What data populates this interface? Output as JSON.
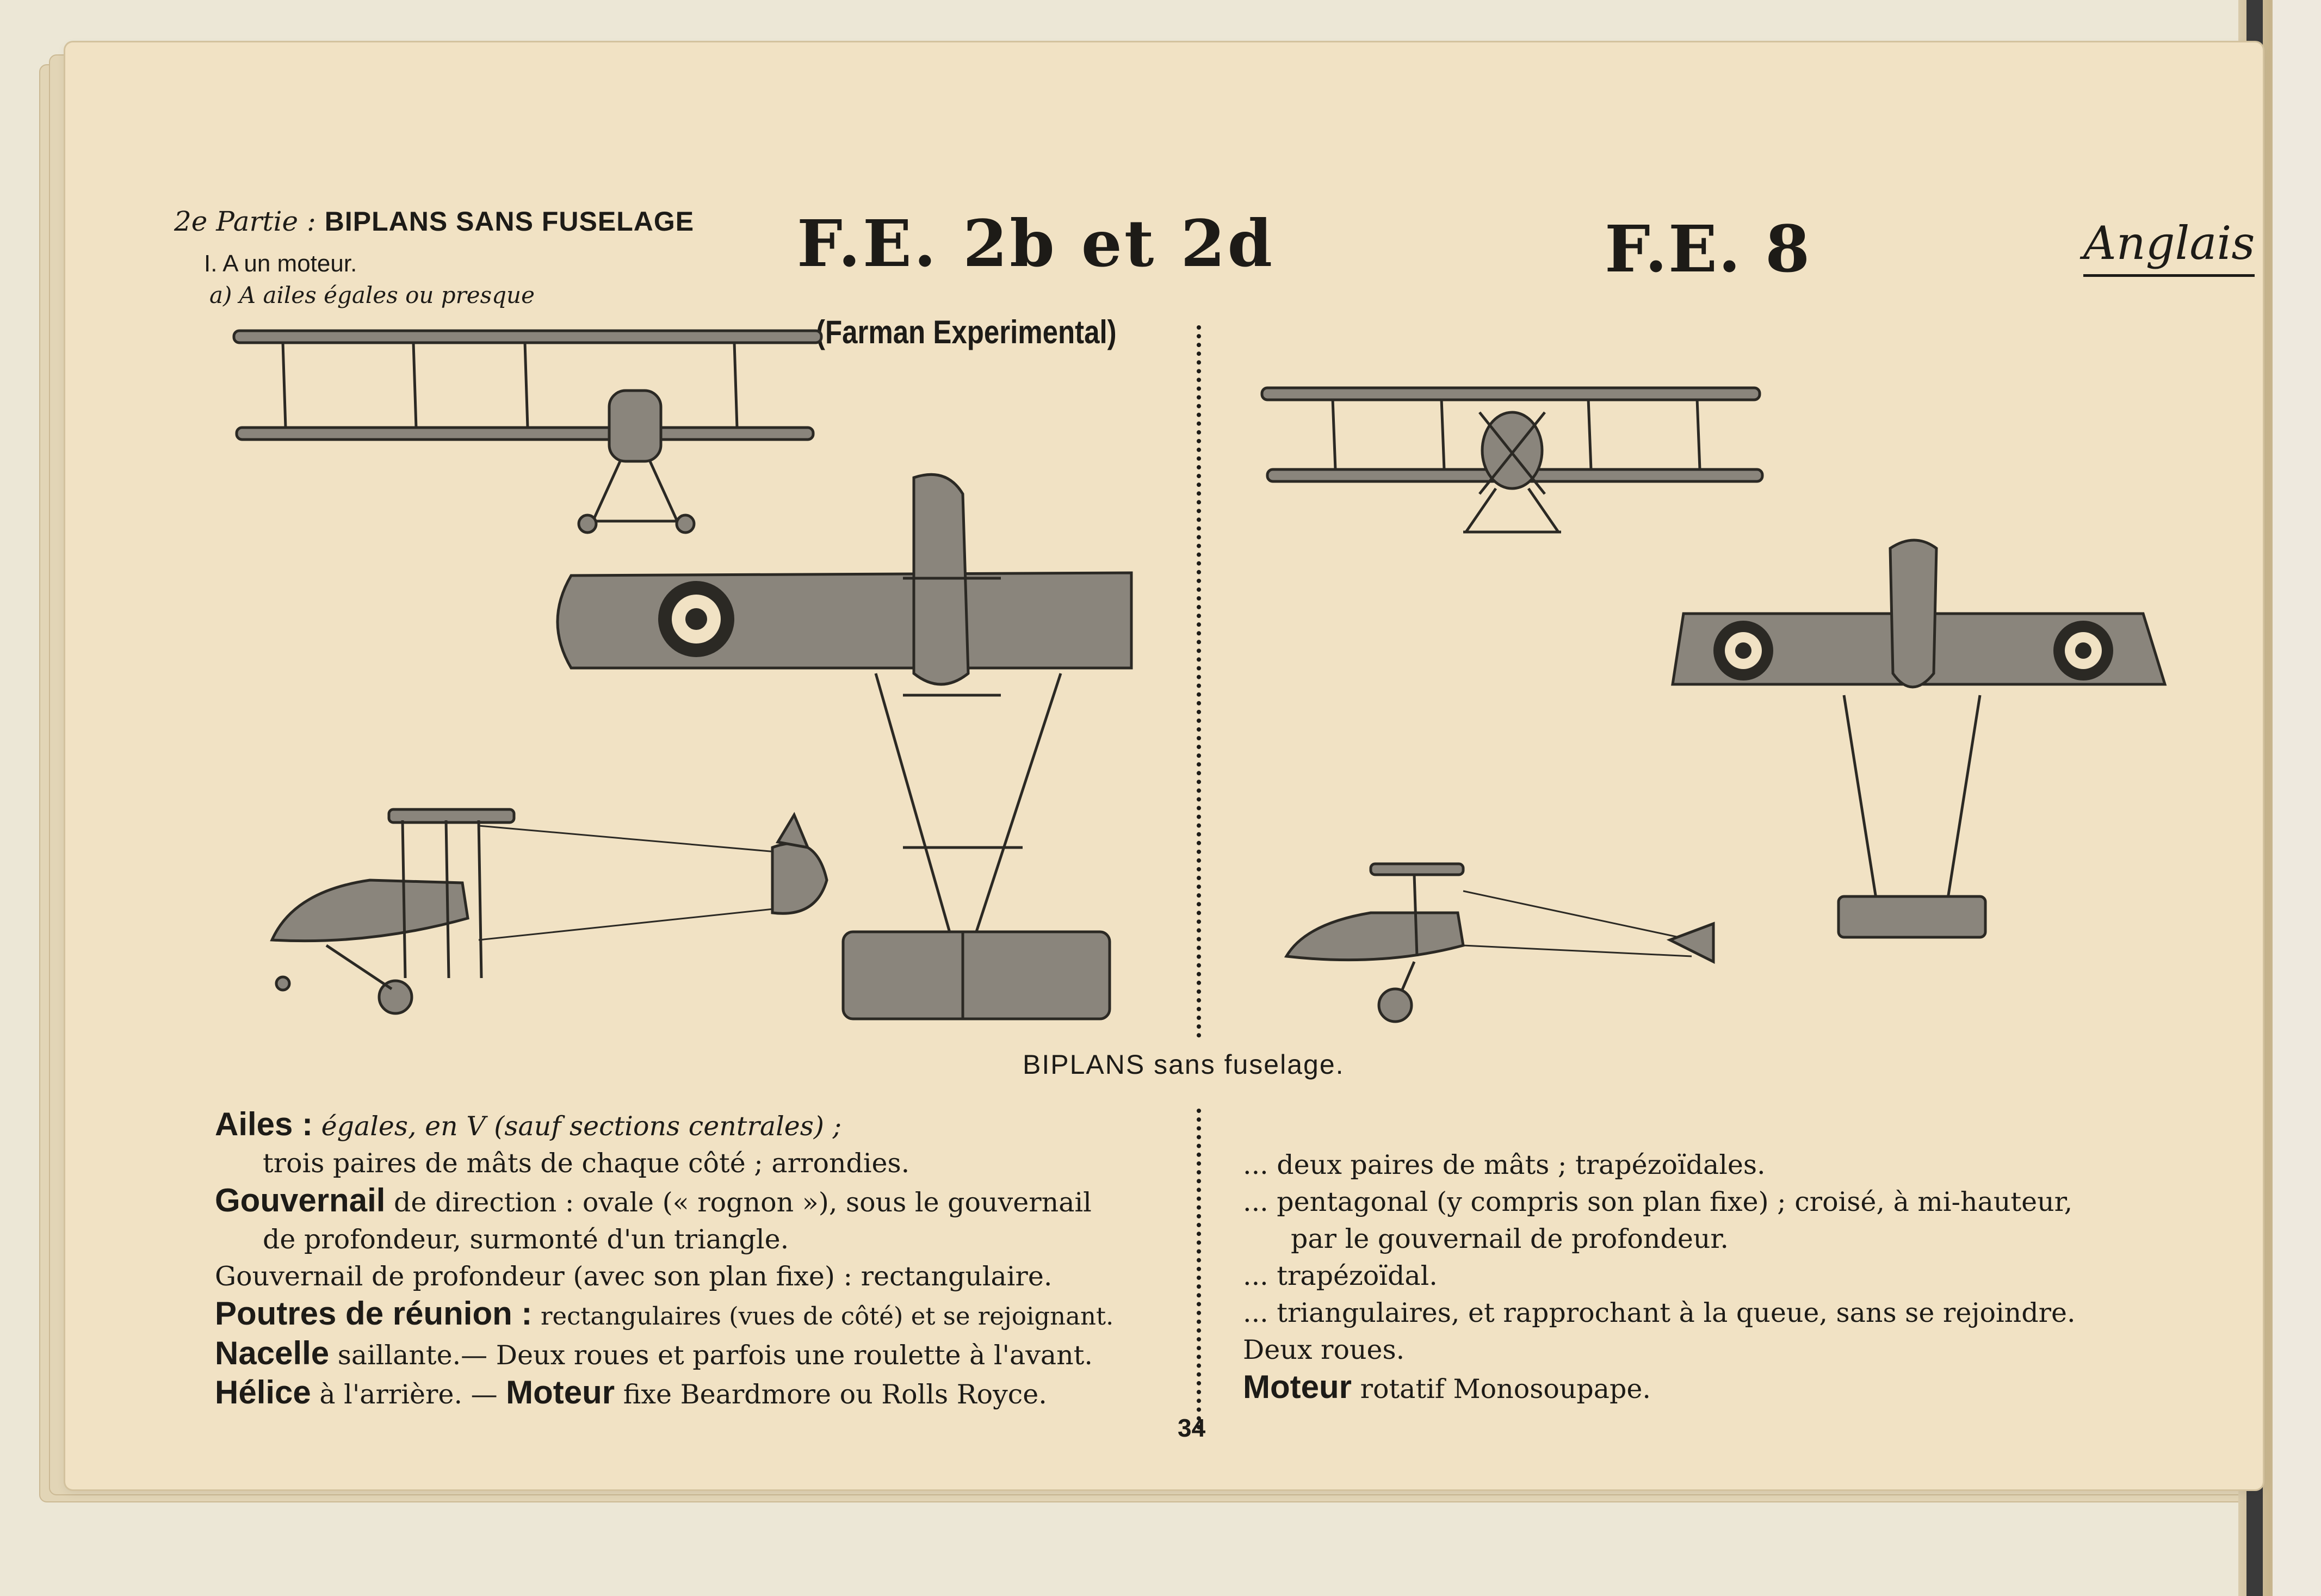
{
  "header": {
    "part_prefix": "2e Partie :",
    "part_title": "BIPLANS SANS FUSELAGE",
    "section_1": "I. A un moteur.",
    "section_a": "a) A ailes égales ou presque",
    "main_title": "F.E. 2b et 2d",
    "subtitle": "(Farman Experimental)",
    "second_title": "F.E. 8",
    "nationality": "Anglais"
  },
  "caption": "BIPLANS sans fuselage.",
  "left_column": [
    {
      "label": "Ailes :",
      "text": "égales, en V (sauf sections centrales) ;"
    },
    {
      "label": "",
      "text": "trois paires de mâts de chaque côté ; arrondies."
    },
    {
      "label": "Gouvernail",
      "text": "de direction : ovale (« rognon »), sous le gouvernail"
    },
    {
      "label": "",
      "text": "de profondeur, surmonté d'un triangle."
    },
    {
      "label": "",
      "text": "Gouvernail de profondeur (avec son plan fixe) : rectangulaire."
    },
    {
      "label": "Poutres de réunion :",
      "text": "rectangulaires (vues de côté) et se rejoignant."
    },
    {
      "label": "Nacelle",
      "text": "saillante.— Deux roues et parfois une roulette à l'avant."
    },
    {
      "label": "Hélice",
      "text": "à l'arrière. —"
    },
    {
      "label": "Moteur",
      "text": "fixe Beardmore ou Rolls Royce."
    }
  ],
  "right_column": [
    {
      "label": "",
      "text": "... deux paires de mâts ; trapézoïdales."
    },
    {
      "label": "",
      "text": "... pentagonal (y compris son plan fixe) ; croisé, à mi-hauteur,"
    },
    {
      "label": "",
      "text": "par le gouvernail de profondeur."
    },
    {
      "label": "",
      "text": "... trapézoïdal."
    },
    {
      "label": "",
      "text": "... triangulaires, et rapprochant à la queue, sans se rejoindre."
    },
    {
      "label": "",
      "text": "Deux roues."
    },
    {
      "label": "Moteur",
      "text": "rotatif Monosoupape."
    }
  ],
  "page_number": "34"
}
